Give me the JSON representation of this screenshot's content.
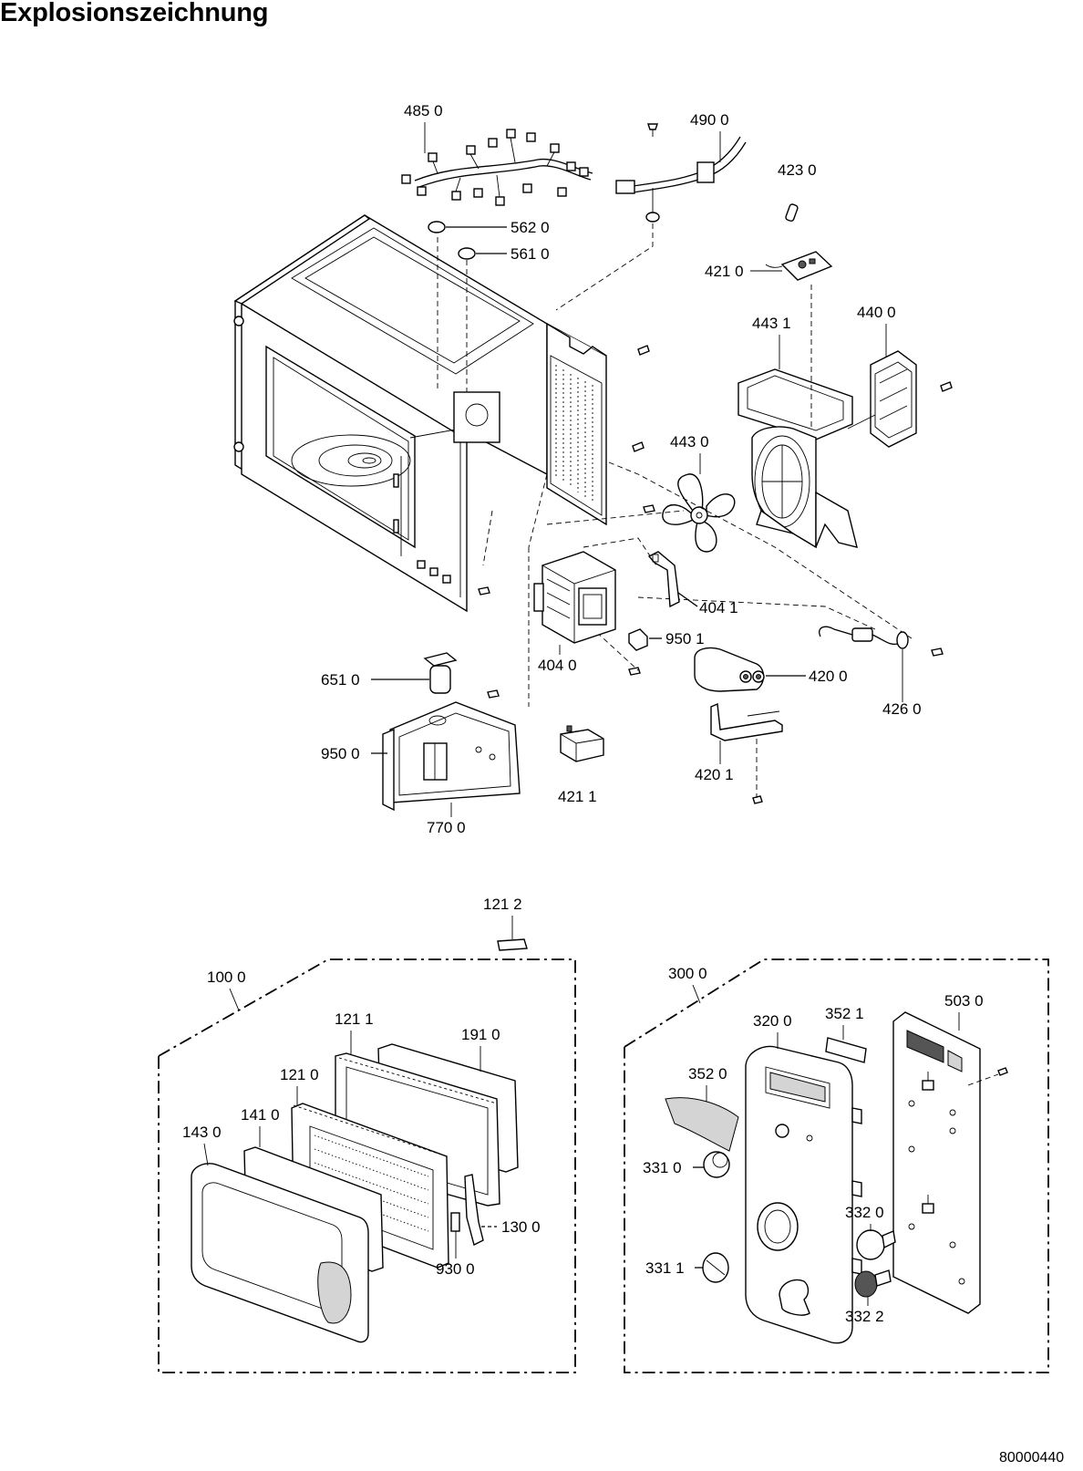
{
  "title": "Explosionszeichnung",
  "document_number": "80000440",
  "labels": {
    "p4850": "485 0",
    "p4900": "490 0",
    "p4230": "423 0",
    "p5620": "562 0",
    "p5610": "561 0",
    "p4210": "421 0",
    "p4431": "443 1",
    "p4400": "440 0",
    "p4430": "443 0",
    "p4041": "404 1",
    "p9501": "950 1",
    "p4040": "404 0",
    "p4200": "420 0",
    "p4260": "426 0",
    "p6510": "651 0",
    "p9500": "950 0",
    "p4211": "421 1",
    "p4201": "420 1",
    "p7700": "770 0",
    "p1212": "121 2",
    "p1000": "100 0",
    "p1211": "121 1",
    "p1910": "191 0",
    "p1210": "121 0",
    "p1430": "143 0",
    "p1410": "141 0",
    "p1300": "130 0",
    "p9300": "930 0",
    "p3000": "300 0",
    "p3521": "352 1",
    "p5030": "503 0",
    "p3200": "320 0",
    "p3520": "352 0",
    "p3310": "331 0",
    "p3320": "332 0",
    "p3311": "331 1",
    "p3322": "332 2"
  }
}
